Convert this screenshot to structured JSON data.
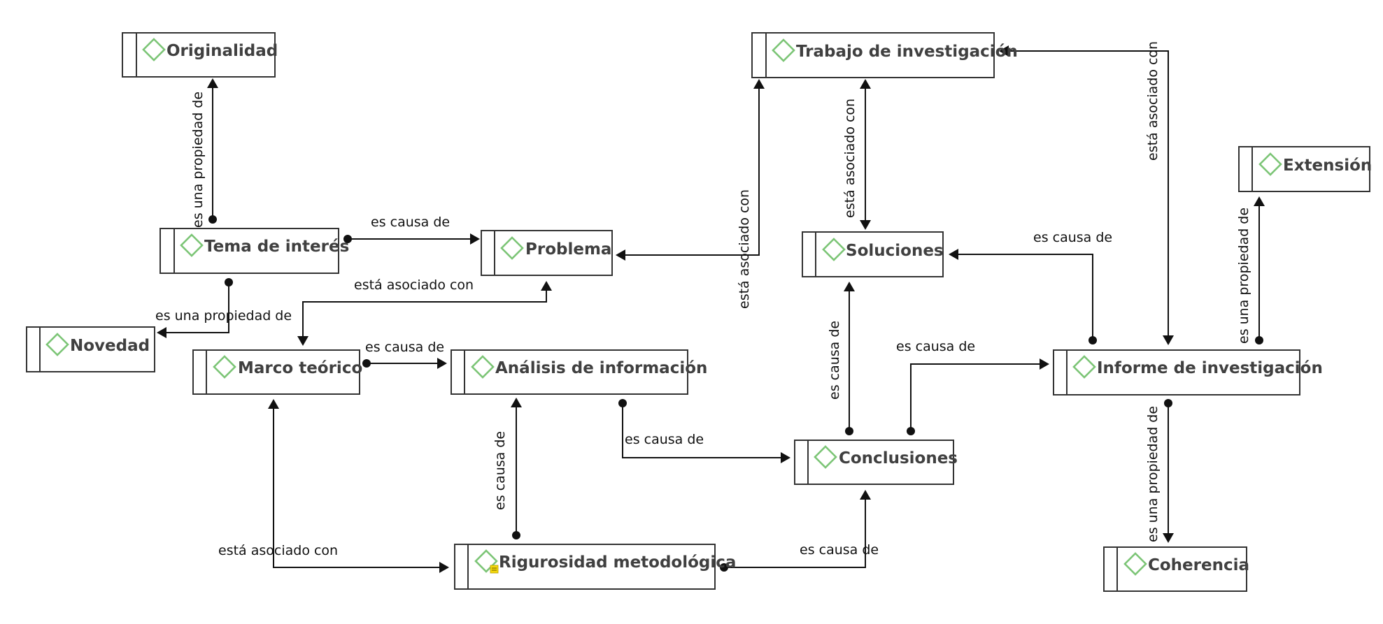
{
  "nodes": {
    "originalidad": "Originalidad",
    "trabajo": "Trabajo de investigación",
    "extension": "Extensión",
    "tema": "Tema de interés",
    "problema": "Problema",
    "soluciones": "Soluciones",
    "novedad": "Novedad",
    "marco": "Marco teórico",
    "analisis": "Análisis de información",
    "informe": "Informe de investigación",
    "conclusiones": "Conclusiones",
    "rigurosidad": "Rigurosidad metodológica",
    "coherencia": "Coherencia"
  },
  "edges": {
    "tema_originalidad": "es una propiedad de",
    "tema_problema": "es causa de",
    "problema_trabajo": "está asociado con",
    "trabajo_soluciones": "está asociado con",
    "trabajo_informe": "está asociado con",
    "informe_extension": "es una propiedad de",
    "informe_soluciones": "es causa de",
    "tema_novedad": "es una propiedad de",
    "problema_marco": "está asociado con",
    "marco_analisis": "es causa de",
    "conclusiones_soluciones": "es causa de",
    "conclusiones_informe": "es causa de",
    "analisis_conclusiones": "es causa de",
    "informe_coherencia": "es una propiedad de",
    "rigurosidad_analisis": "es causa de",
    "marco_rigurosidad": "está asociado con",
    "rigurosidad_conclusiones": "es causa de"
  },
  "colors": {
    "concept_icon": "#7cc576",
    "node_border": "#333333",
    "node_text": "#404040",
    "link": "#111111",
    "memo_icon": "#f5d90a"
  },
  "icons": {
    "concept": "diamond-icon",
    "memo": "memo-icon",
    "arrow": "arrowhead",
    "source_dot": "dot"
  }
}
